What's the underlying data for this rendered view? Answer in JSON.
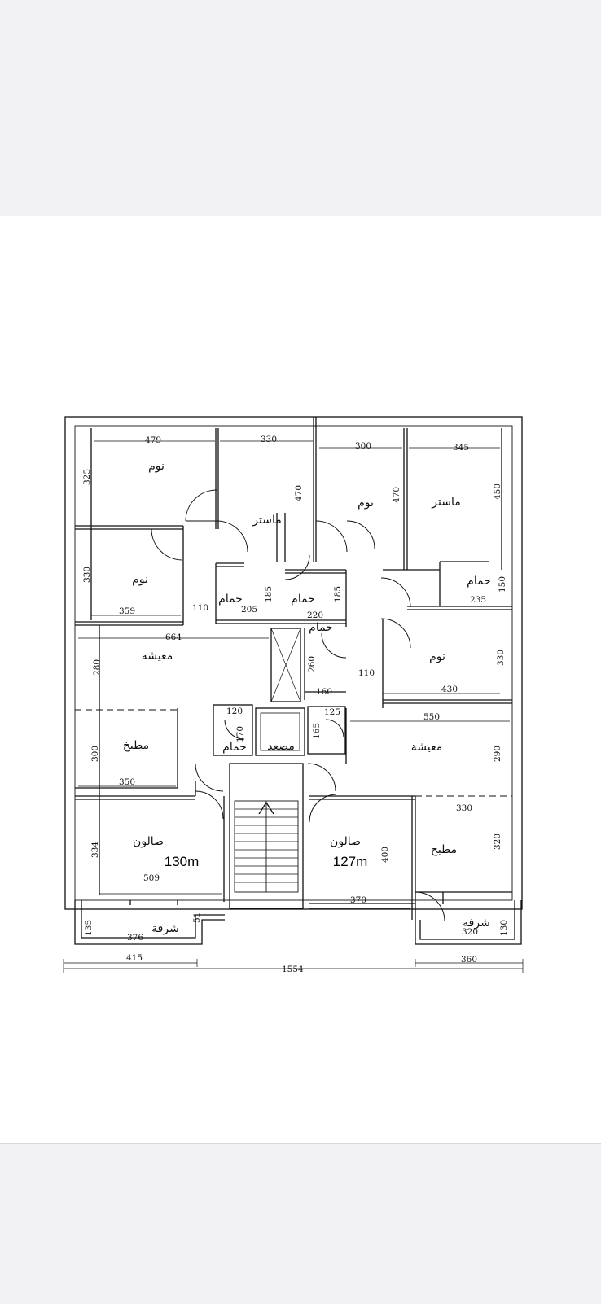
{
  "rooms": {
    "bed_tl": "نوم",
    "bed_l2": "نوم",
    "master_l": "ماستر",
    "bed_c": "نوم",
    "master_r": "ماستر",
    "bath_l": "حمام",
    "bath_c": "حمام",
    "bath_r": "حمام",
    "bath_mid": "حمام",
    "bath_small": "حمام",
    "bed_r": "نوم",
    "living_l": "معيشة",
    "living_r": "معيشة",
    "kitchen_l": "مطبخ",
    "kitchen_r": "مطبخ",
    "salon_l": "صالون",
    "salon_r": "صالون",
    "balcony_l": "شرفة",
    "balcony_r": "شرفة",
    "elevator": "مصعد"
  },
  "areas": {
    "left": "130m",
    "right": "127m"
  },
  "dims": {
    "d479": "479",
    "d330a": "330",
    "d300a": "300",
    "d345": "345",
    "d325": "325",
    "d470a": "470",
    "d470b": "470",
    "d450": "450",
    "d330b": "330",
    "d359": "359",
    "d110a": "110",
    "d205": "205",
    "d185a": "185",
    "d220": "220",
    "d185b": "185",
    "d150": "150",
    "d235": "235",
    "d664": "664",
    "d280": "280",
    "d260": "260",
    "d160": "160",
    "d110b": "110",
    "d330c": "330",
    "d430": "430",
    "d550": "550",
    "d120": "120",
    "d170": "170",
    "d165": "165",
    "d125": "125",
    "d300b": "300",
    "d350": "350",
    "d290": "290",
    "d330d": "330",
    "d334": "334",
    "d509": "509",
    "d400": "400",
    "d320a": "320",
    "d370": "370",
    "d135": "135",
    "d376": "376",
    "d51": "51",
    "d130": "130",
    "d320b": "320",
    "d415": "415",
    "d1554": "1554",
    "d360": "360"
  }
}
